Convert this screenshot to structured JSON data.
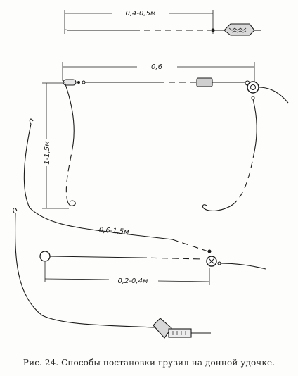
{
  "dimensions": {
    "leader_length": "0,4-0,5м",
    "branch_spacing": "0,6",
    "vertical_drop": "1-1,5м",
    "long_leader": "0,6-1,5м",
    "short_leader": "0,2-0,4м"
  },
  "caption": "Рис. 24. Способы постановки грузил на донной удочке."
}
